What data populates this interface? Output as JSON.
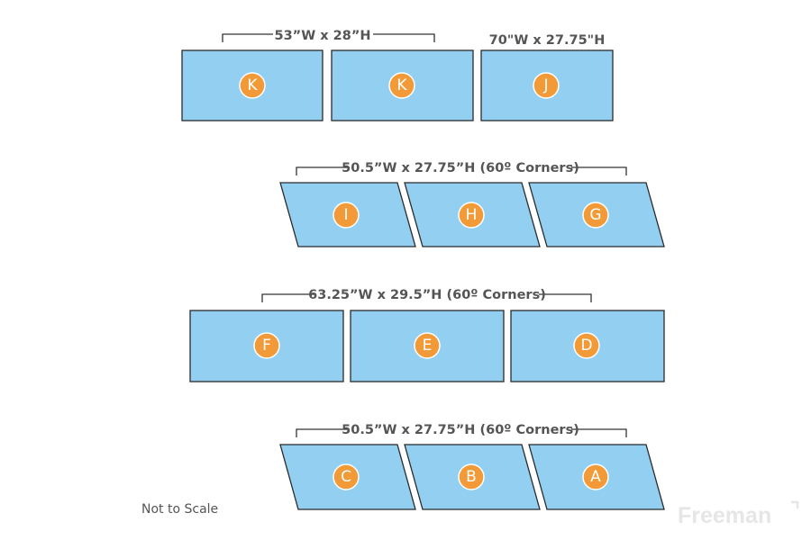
{
  "rows": [
    {
      "dimension": "53”W x 28”H",
      "panels": [
        "K",
        "K"
      ]
    },
    {
      "dimension": "70\"W x 27.75\"H",
      "panels": [
        "J"
      ]
    },
    {
      "dimension": "50.5”W x 27.75”H (60º Corners)",
      "panels": [
        "I",
        "H",
        "G"
      ]
    },
    {
      "dimension": "63.25”W x 29.5”H (60º Corners)",
      "panels": [
        "F",
        "E",
        "D"
      ]
    },
    {
      "dimension": "50.5”W x 27.75”H (60º Corners)",
      "panels": [
        "C",
        "B",
        "A"
      ]
    }
  ],
  "note": "Not to Scale",
  "logo": "Freeman",
  "colors": {
    "panel": "#92cff1",
    "badge": "#f29a38",
    "text": "#555555"
  }
}
